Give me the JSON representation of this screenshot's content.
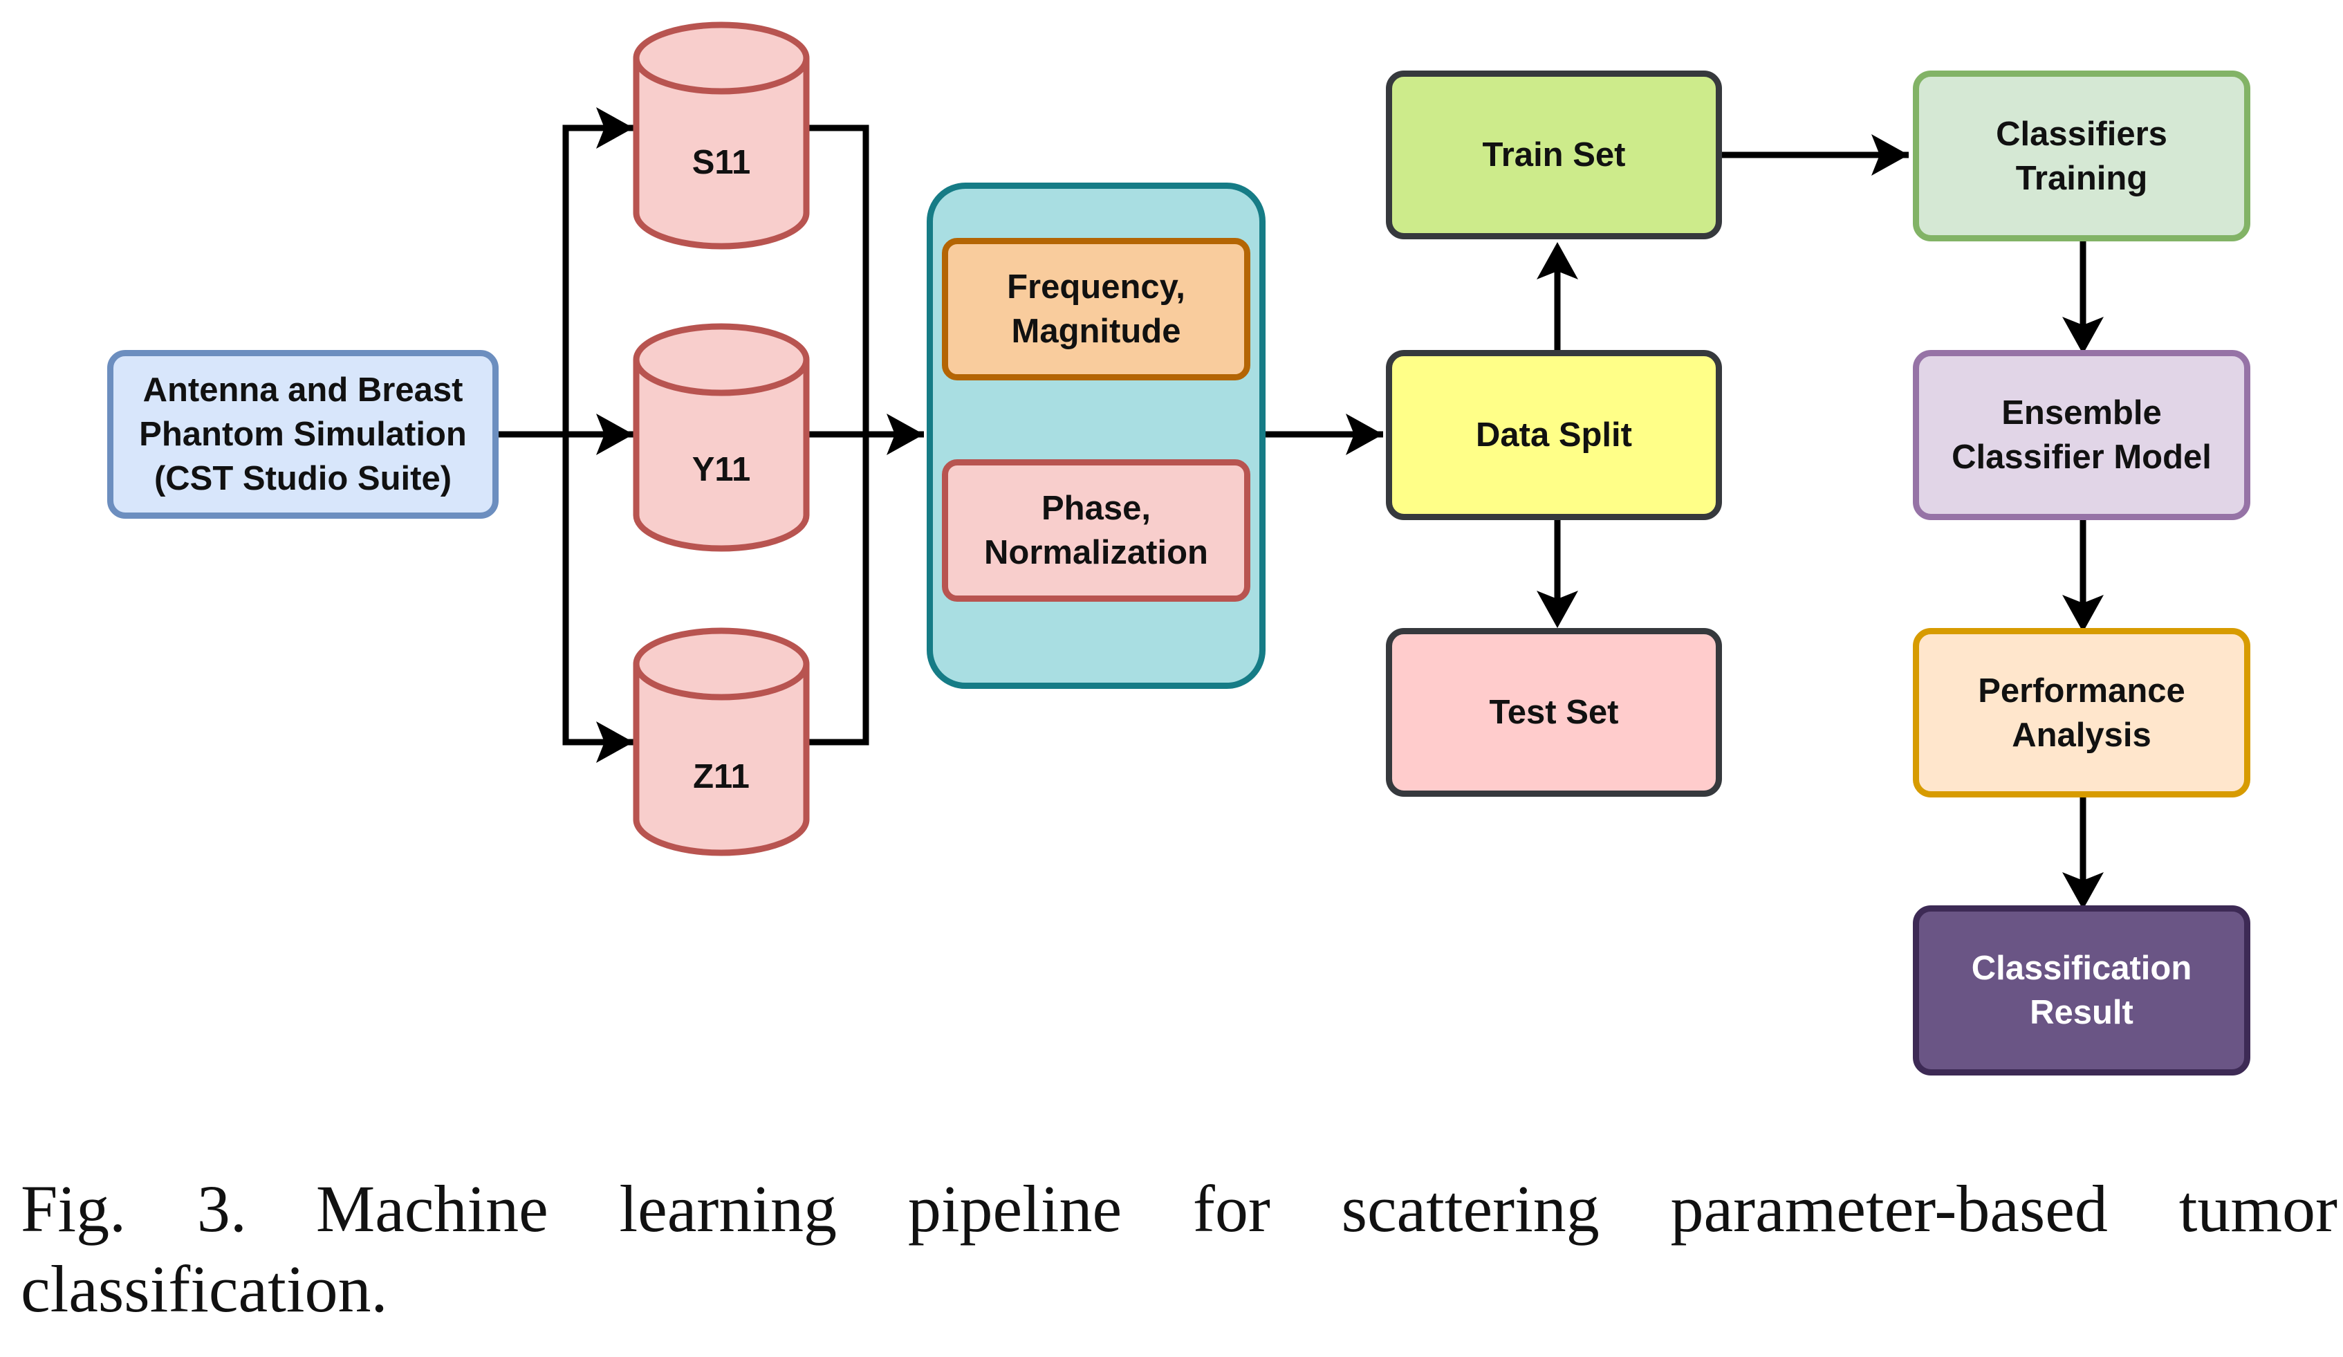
{
  "colors": {
    "simulation": {
      "fill": "#d8e6fb",
      "stroke": "#6c8ebf"
    },
    "cylinder": {
      "fill": "#f8cecc",
      "stroke": "#b85450"
    },
    "preprocess_container": {
      "fill": "#a9dee2",
      "stroke": "#167c86"
    },
    "frequency": {
      "fill": "#f9cc9d",
      "stroke": "#b46504"
    },
    "phase": {
      "fill": "#f8cecc",
      "stroke": "#b85450"
    },
    "train": {
      "fill": "#cdeb8b",
      "stroke": "#36393d"
    },
    "split": {
      "fill": "#ffff88",
      "stroke": "#36393d"
    },
    "test": {
      "fill": "#ffcccc",
      "stroke": "#36393d"
    },
    "classifiers": {
      "fill": "#d5e8d4",
      "stroke": "#82b366"
    },
    "ensemble": {
      "fill": "#e1d5e7",
      "stroke": "#9673a6"
    },
    "performance": {
      "fill": "#ffe6cc",
      "stroke": "#d79b00"
    },
    "result": {
      "fill": "#6a5585",
      "stroke": "#3d2a55",
      "text": "#ffffff"
    },
    "arrow": "#000000"
  },
  "nodes": {
    "simulation": "Antenna and Breast\nPhantom Simulation\n(CST Studio Suite)",
    "s11": "S11",
    "y11": "Y11",
    "z11": "Z11",
    "frequency": "Frequency,\nMagnitude",
    "phase": "Phase,\nNormalization",
    "train": "Train Set",
    "split": "Data Split",
    "test": "Test Set",
    "classifiers": "Classifiers\nTraining",
    "ensemble": "Ensemble\nClassifier Model",
    "performance": "Performance\nAnalysis",
    "result": "Classification\nResult"
  },
  "caption": {
    "label": "Fig. 3.",
    "text": "Machine learning pipeline for scattering parameter-based tumor classification."
  }
}
